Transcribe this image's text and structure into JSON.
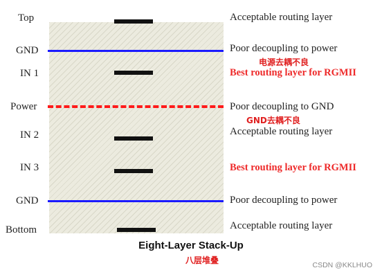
{
  "diagram": {
    "layers": [
      {
        "id": "top",
        "label": "Top",
        "kind": "signal",
        "note": "Acceptable routing layer",
        "note_style": "normal"
      },
      {
        "id": "gnd1",
        "label": "GND",
        "kind": "ground",
        "note": "Poor decoupling to power",
        "note_style": "normal",
        "cn_note": "电源去耦不良"
      },
      {
        "id": "in1",
        "label": "IN 1",
        "kind": "signal",
        "note": "Best routing layer for RGMII",
        "note_style": "red-bold"
      },
      {
        "id": "power",
        "label": "Power",
        "kind": "power",
        "note": "Poor decoupling to GND",
        "note_style": "normal",
        "cn_note": "GND去耦不良"
      },
      {
        "id": "in2",
        "label": "IN 2",
        "kind": "signal",
        "note": "Acceptable routing layer",
        "note_style": "normal"
      },
      {
        "id": "in3",
        "label": "IN 3",
        "kind": "signal",
        "note": "Best routing layer for RGMII",
        "note_style": "red-bold"
      },
      {
        "id": "gnd2",
        "label": "GND",
        "kind": "ground",
        "note": "Poor decoupling to power",
        "note_style": "normal"
      },
      {
        "id": "bottom",
        "label": "Bottom",
        "kind": "signal",
        "note": "Acceptable routing layer",
        "note_style": "normal"
      }
    ],
    "caption": "Eight-Layer Stack-Up",
    "caption_cn": "八层堆叠",
    "colors": {
      "ground": "#1a1aff",
      "power": "#ff1a1a",
      "signal": "#111111",
      "highlight": "#ee2a2a"
    }
  },
  "watermark": "CSDN @KKLHUO"
}
